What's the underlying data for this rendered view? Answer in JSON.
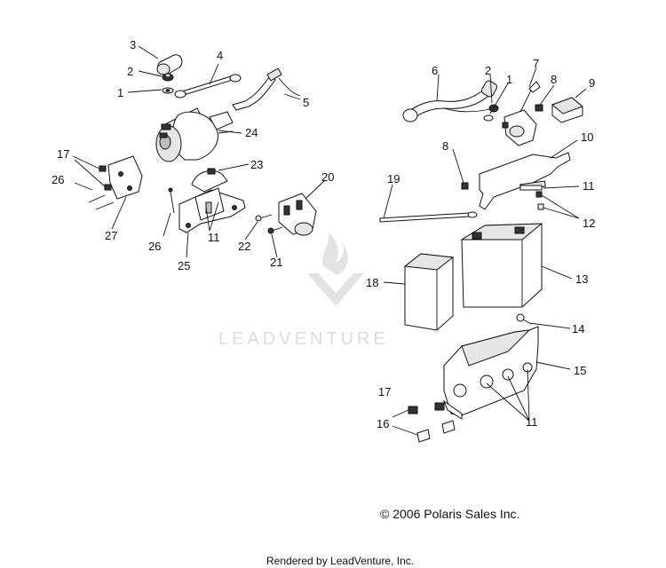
{
  "watermark": {
    "brand": "LEADVENTURE"
  },
  "copyright": "© 2006 Polaris Sales Inc.",
  "footer": "Rendered by LeadVenture, Inc.",
  "callouts": {
    "c3": "3",
    "c2a": "2",
    "c1a": "1",
    "c4": "4",
    "c5": "5",
    "c24": "24",
    "c17a": "17",
    "c26a": "26",
    "c27": "27",
    "c23": "23",
    "c26b": "26",
    "c11a": "11",
    "c25": "25",
    "c20": "20",
    "c22": "22",
    "c21": "21",
    "c6": "6",
    "c2b": "2",
    "c1b": "1",
    "c7": "7",
    "c8a": "8",
    "c9": "9",
    "c8b": "8",
    "c10": "10",
    "c19": "19",
    "c11b": "11",
    "c12": "12",
    "c13": "13",
    "c18": "18",
    "c14": "14",
    "c15": "15",
    "c11c": "11",
    "c17b": "17",
    "c16": "16"
  }
}
